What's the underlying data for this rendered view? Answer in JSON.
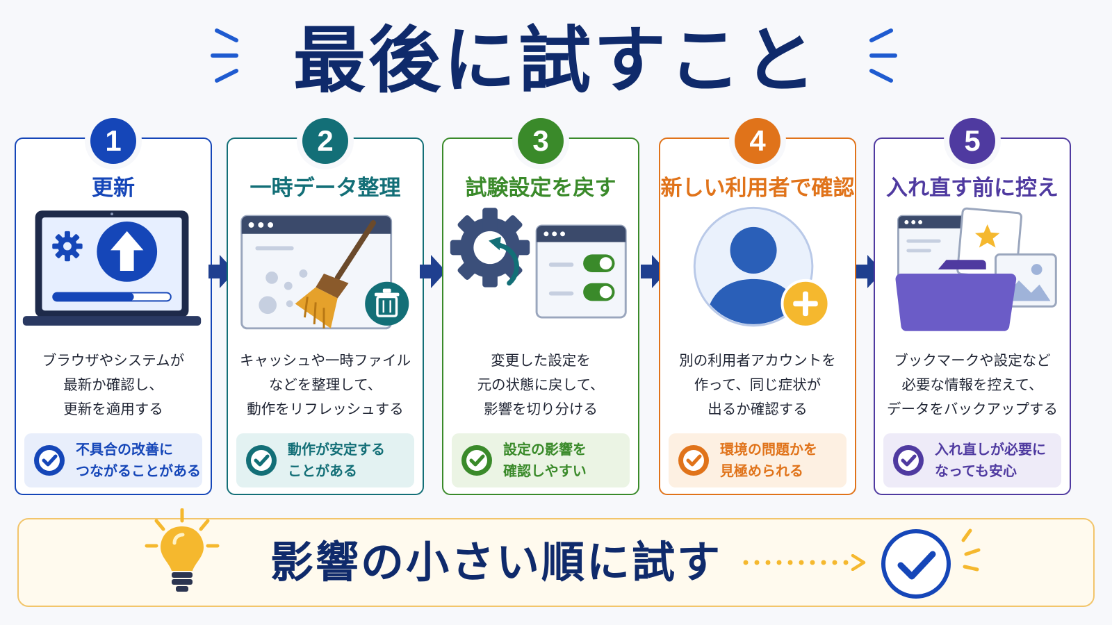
{
  "title": "最後に試すこと",
  "steps": [
    {
      "number": "1",
      "title": "更新",
      "color": "#1546b8",
      "tint": "#e8eefb",
      "icon": "laptop-update-icon",
      "desc": [
        "ブラウザやシステムが",
        "最新か確認し、",
        "更新を適用する"
      ],
      "result": [
        "不具合の改善に",
        "つながることがある"
      ]
    },
    {
      "number": "2",
      "title": "一時データ整理",
      "color": "#136f77",
      "tint": "#e3f2f2",
      "icon": "broom-cleanup-icon",
      "desc": [
        "キャッシュや一時ファイル",
        "などを整理して、",
        "動作をリフレッシュする"
      ],
      "result": [
        "動作が安定する",
        "ことがある"
      ]
    },
    {
      "number": "3",
      "title": "試験設定を戻す",
      "color": "#3a8a2a",
      "tint": "#ebf4e4",
      "icon": "settings-reset-icon",
      "desc": [
        "変更した設定を",
        "元の状態に戻して、",
        "影響を切り分ける"
      ],
      "result": [
        "設定の影響を",
        "確認しやすい"
      ]
    },
    {
      "number": "4",
      "title": "新しい利用者で確認",
      "color": "#e0731a",
      "tint": "#fdf0e2",
      "icon": "add-user-icon",
      "desc": [
        "別の利用者アカウントを",
        "作って、同じ症状が",
        "出るか確認する"
      ],
      "result": [
        "環境の問題かを",
        "見極められる"
      ]
    },
    {
      "number": "5",
      "title": "入れ直す前に控え",
      "color": "#4f3aa0",
      "tint": "#eeebf8",
      "icon": "backup-folder-icon",
      "desc": [
        "ブックマークや設定など",
        "必要な情報を控えて、",
        "データをバックアップする"
      ],
      "result": [
        "入れ直しが必要に",
        "なっても安心"
      ]
    }
  ],
  "bottom": {
    "text": "影響の小さい順に試す",
    "icons": [
      "lightbulb-icon",
      "dotted-arrow-icon",
      "check-circle-icon"
    ]
  },
  "colors": {
    "navy": "#0f2a6b",
    "accent_yellow": "#f5b82e"
  }
}
